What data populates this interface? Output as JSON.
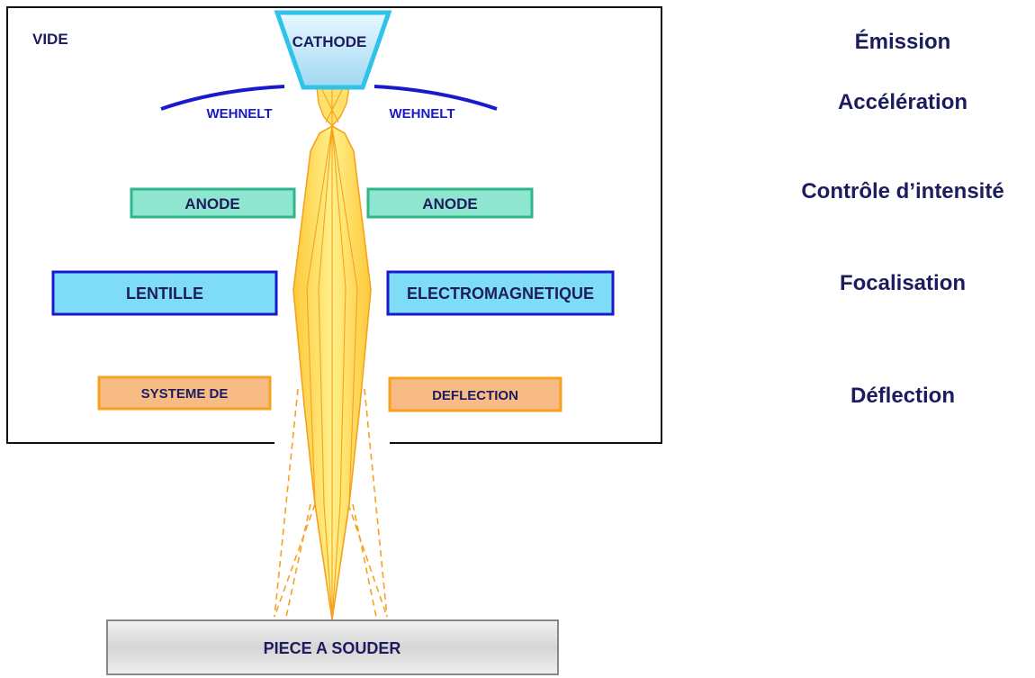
{
  "diagram": {
    "chamber_label": "VIDE",
    "cathode_label": "CATHODE",
    "wehnelt_left_label": "WEHNELT",
    "wehnelt_right_label": "WEHNELT",
    "anode_left_label": "ANODE",
    "anode_right_label": "ANODE",
    "lens_left_label": "LENTILLE",
    "lens_right_label": "ELECTROMAGNETIQUE",
    "deflection_left_label": "SYSTEME DE",
    "deflection_right_label": "DEFLECTION",
    "workpiece_label": "PIECE A SOUDER"
  },
  "steps": [
    {
      "label": "Émission"
    },
    {
      "label": "Accélération"
    },
    {
      "label": "Contrôle d’intensité"
    },
    {
      "label": "Focalisation"
    },
    {
      "label": "Déflection"
    }
  ],
  "colors": {
    "navy_text": "#1c1c5e",
    "wehnelt_blue": "#1a1acc",
    "cathode_border": "#2fc3ea",
    "anode_border": "#2fb58a",
    "anode_fill": "#8ee6d0",
    "lens_border": "#1a1acc",
    "lens_fill": "#7fdcf7",
    "deflection_border": "#f5a21e",
    "deflection_fill": "#f8bb86",
    "beam_fill": "#ffd84a",
    "beam_stroke": "#f5a21e",
    "workpiece_fill": "#d8d8d8"
  }
}
